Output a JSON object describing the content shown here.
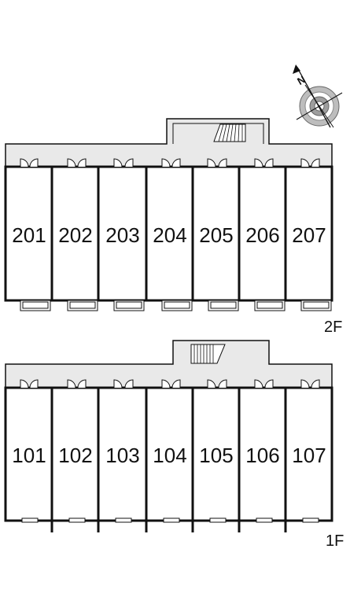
{
  "compass": {
    "label": "N",
    "icon": "compass-icon"
  },
  "floors": [
    {
      "label": "2F",
      "units": [
        "201",
        "202",
        "203",
        "204",
        "205",
        "206",
        "207"
      ]
    },
    {
      "label": "1F",
      "units": [
        "101",
        "102",
        "103",
        "104",
        "105",
        "106",
        "107"
      ]
    }
  ],
  "colors": {
    "corridor": "#e9e9e9",
    "wall": "#111111",
    "background": "#ffffff"
  }
}
